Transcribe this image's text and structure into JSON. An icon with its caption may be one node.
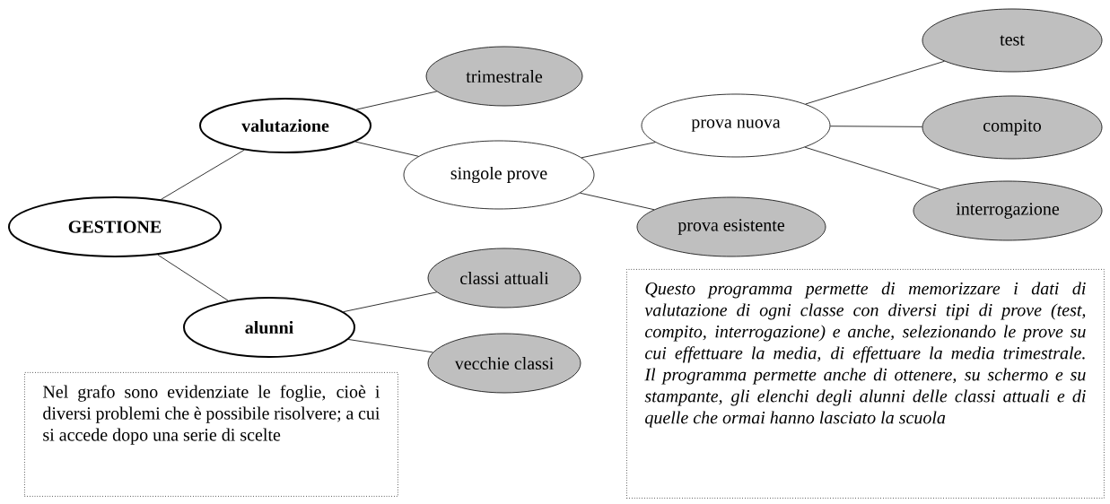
{
  "diagram": {
    "nodes": [
      {
        "text": [
          "GESTIONE"
        ]
      },
      {
        "text": [
          "valutazione"
        ]
      },
      {
        "text": [
          "trimestrale"
        ]
      },
      {
        "text": [
          "singole prove"
        ]
      },
      {
        "text": [
          "prova nuova"
        ]
      },
      {
        "text": [
          "test"
        ]
      },
      {
        "text": [
          "compito"
        ]
      },
      {
        "text": [
          "interrogazione"
        ]
      },
      {
        "text": [
          "prova esistente"
        ]
      },
      {
        "text": [
          "alunni"
        ]
      },
      {
        "text": [
          "classi attuali"
        ]
      },
      {
        "text": [
          "vecchie classi"
        ]
      },
      {
        "text": [
          "Questo programma permette di memorizzare i dati di valutazione di ogni classe con diversi tipi di prove (test, compito, interrogazione) e anche, selezionando le prove su cui effettuare la media, di effettuare la media trimestrale. Il programma permette anche di ottenere, su schermo e su stampante, gli elenchi degli alunni delle classi attuali e di quelle che ormai hanno lasciato la scuola"
        ]
      },
      {
        "text": [
          "Nel grafo sono evidenziate le foglie, cioè i diversi problemi che è possibile risolvere; a cui si accede dopo una serie di scelte"
        ]
      }
    ],
    "edges": [
      {
        "from": 0,
        "to": 1,
        "arrow": "none"
      },
      {
        "from": 0,
        "to": 9,
        "arrow": "none"
      },
      {
        "from": 1,
        "to": 2,
        "arrow": "none"
      },
      {
        "from": 1,
        "to": 3,
        "arrow": "none"
      },
      {
        "from": 3,
        "to": 4,
        "arrow": "none"
      },
      {
        "from": 3,
        "to": 8,
        "arrow": "none"
      },
      {
        "from": 4,
        "to": 5,
        "arrow": "none"
      },
      {
        "from": 4,
        "to": 6,
        "arrow": "none"
      },
      {
        "from": 4,
        "to": 7,
        "arrow": "none"
      },
      {
        "from": 9,
        "to": 10,
        "arrow": "none"
      },
      {
        "from": 9,
        "to": 11,
        "arrow": "none"
      }
    ]
  }
}
